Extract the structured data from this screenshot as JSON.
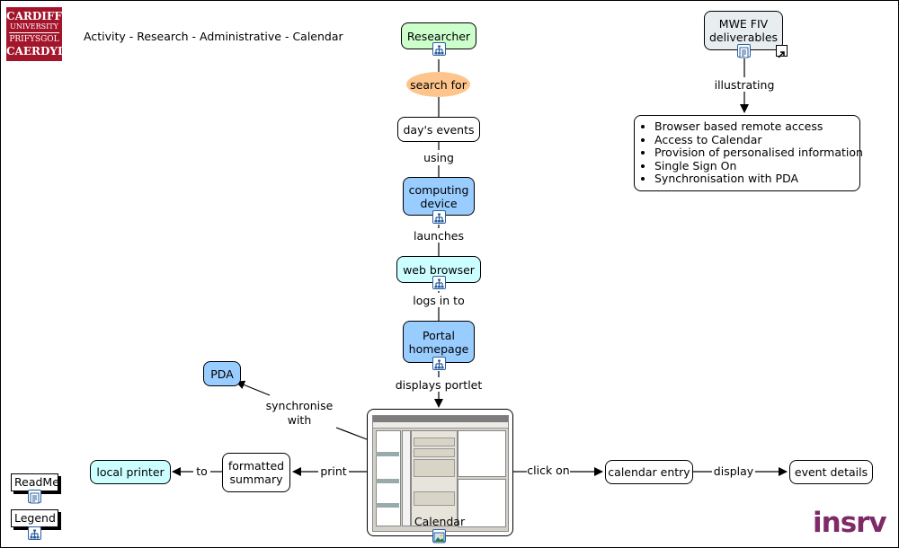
{
  "header": {
    "title": "Activity - Research - Administrative - Calendar"
  },
  "logo": {
    "line1": "CARDIFF",
    "line2": "UNIVERSITY",
    "line3": "PRIFYSGOL",
    "line4": "CAERDYD"
  },
  "brand": {
    "text": "insrv"
  },
  "nodes": {
    "researcher": "Researcher",
    "search_for": "search for",
    "days_events": "day's events",
    "using": "using",
    "computing_device": "computing device",
    "launches": "launches",
    "web_browser": "web browser",
    "logs_in_to": "logs in to",
    "portal_homepage": "Portal homepage",
    "displays_portlet": "displays portlet",
    "calendar": "Calendar",
    "pda": "PDA",
    "synchronise_with": "synchronise with",
    "print": "print",
    "formatted_summary": "formatted summary",
    "to": "to",
    "local_printer": "local printer",
    "click_on": "click on",
    "calendar_entry": "calendar entry",
    "display": "display",
    "event_details": "event details",
    "mwe_fiv": "MWE FIV deliverables",
    "illustrating": "illustrating"
  },
  "deliverables": [
    "Browser based remote access",
    "Access to Calendar",
    "Provision of personalised information",
    "Single Sign On",
    "Synchronisation with PDA"
  ],
  "legend": {
    "readme": "ReadMe",
    "legend": "Legend"
  }
}
